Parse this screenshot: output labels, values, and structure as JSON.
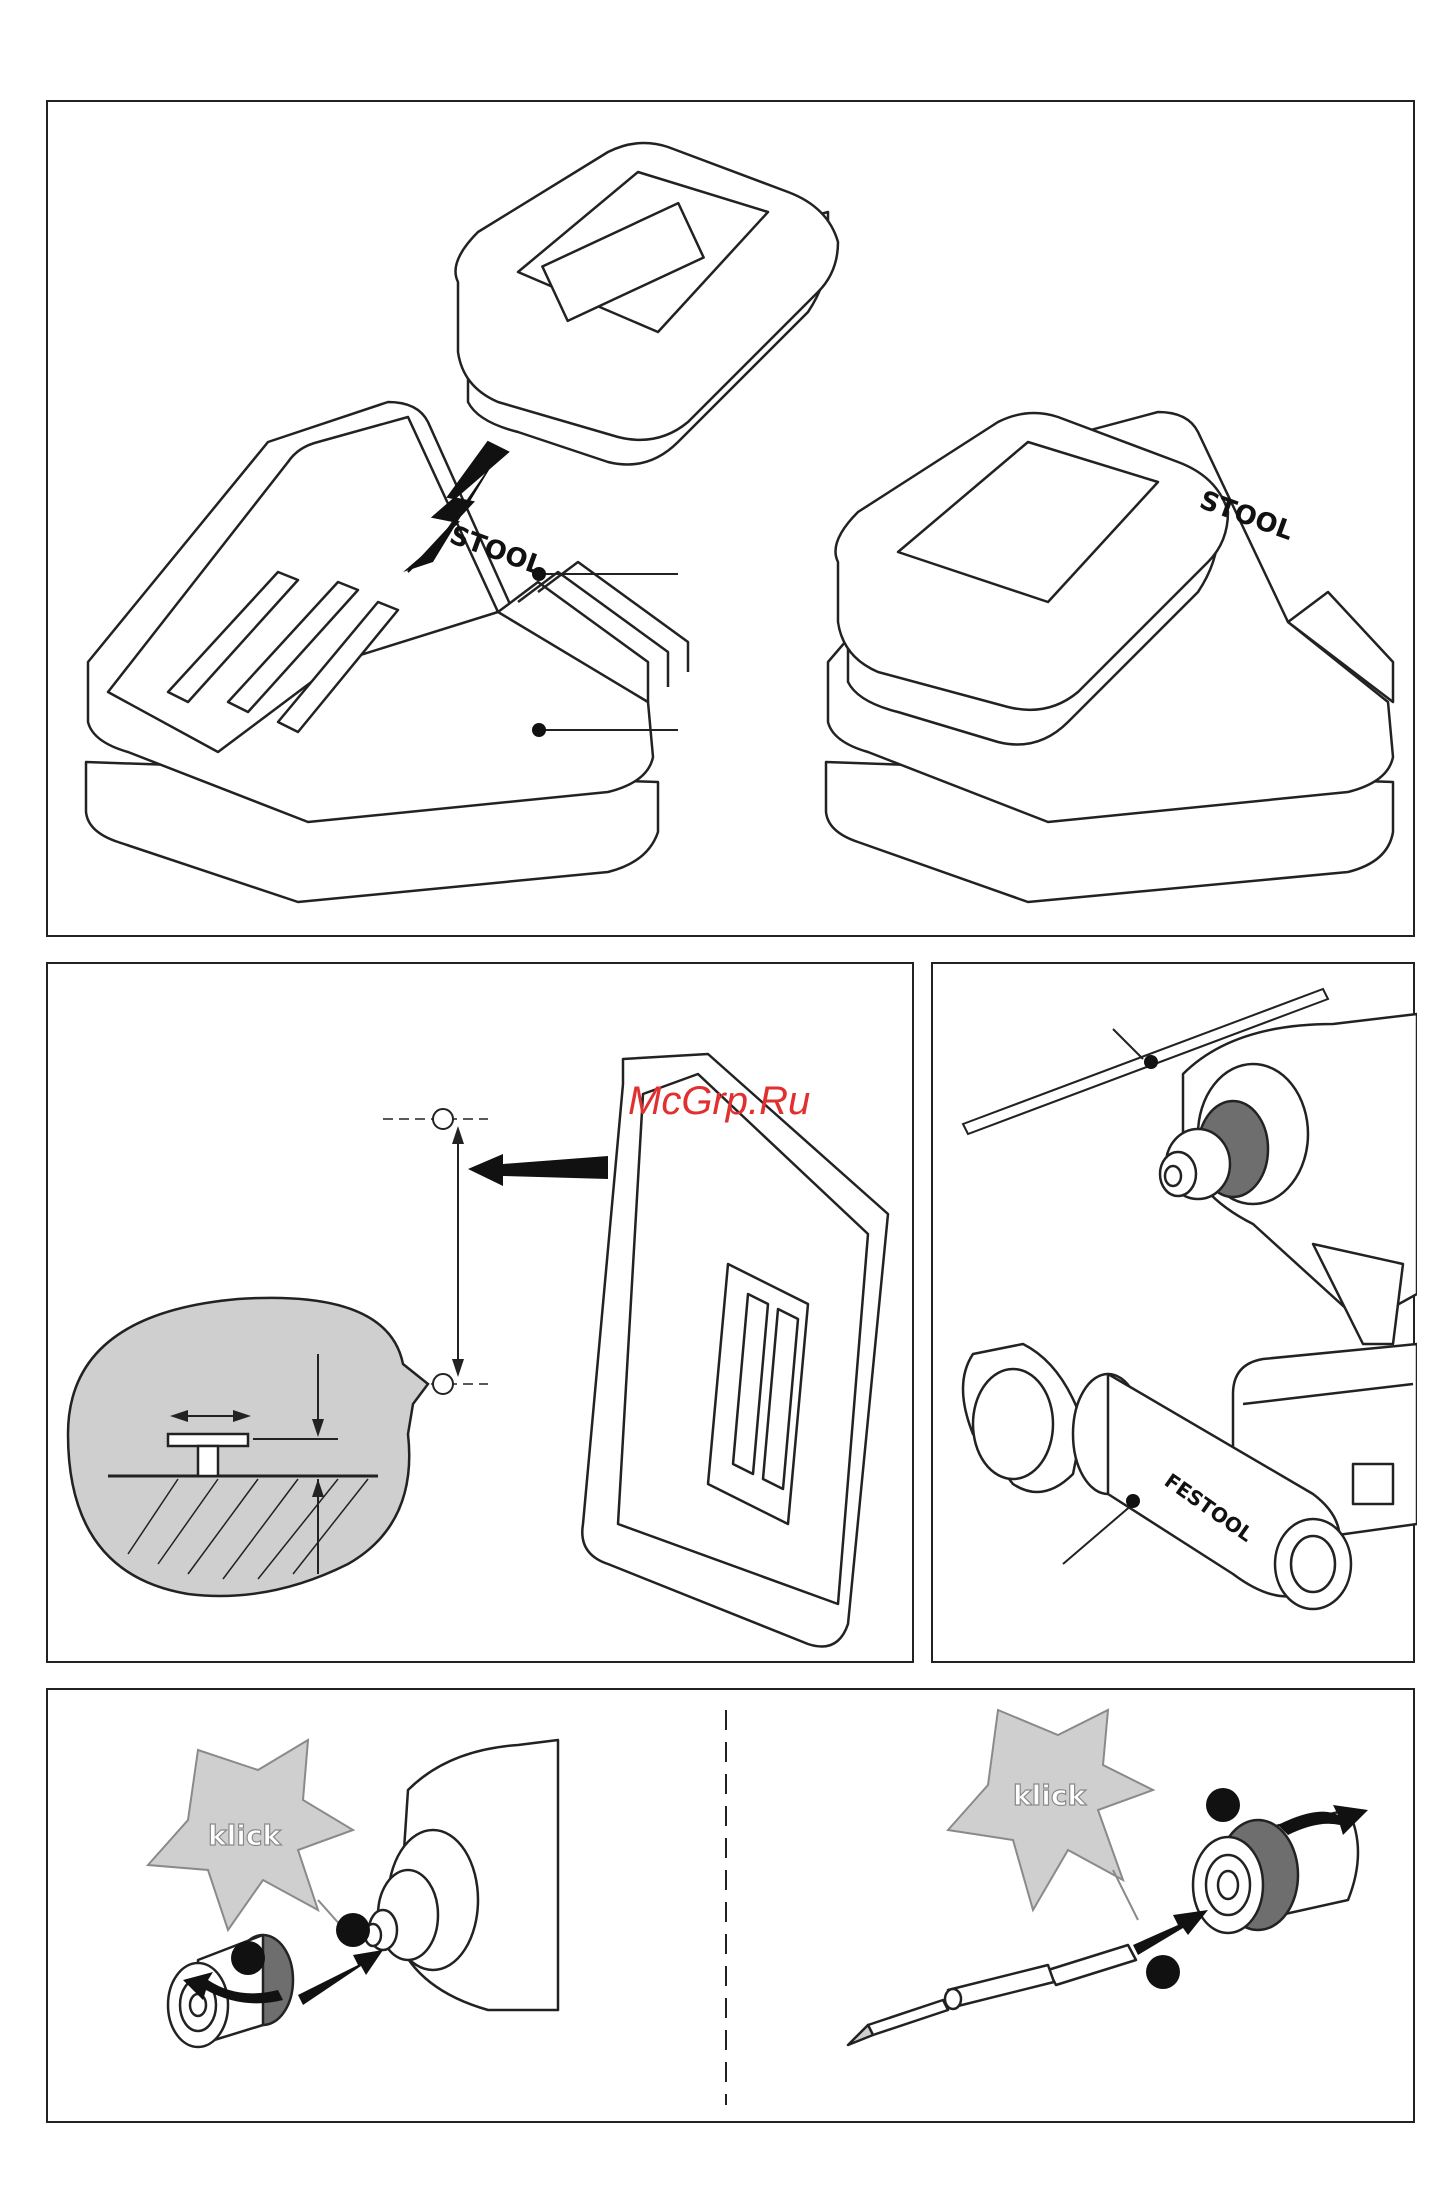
{
  "page": {
    "watermark": "McGrp.Ru"
  },
  "figure1": {
    "brand_left": "STOOL",
    "brand_right": "STOOL"
  },
  "figure3": {
    "handle_brand": "FESTOOL"
  },
  "figure4": {
    "klick_left": "klick",
    "klick_right": "klick"
  },
  "colors": {
    "line": "#222222",
    "gray_fill": "#cfcfcf",
    "dark_gray": "#6e6e6e",
    "watermark": "#e03030"
  }
}
